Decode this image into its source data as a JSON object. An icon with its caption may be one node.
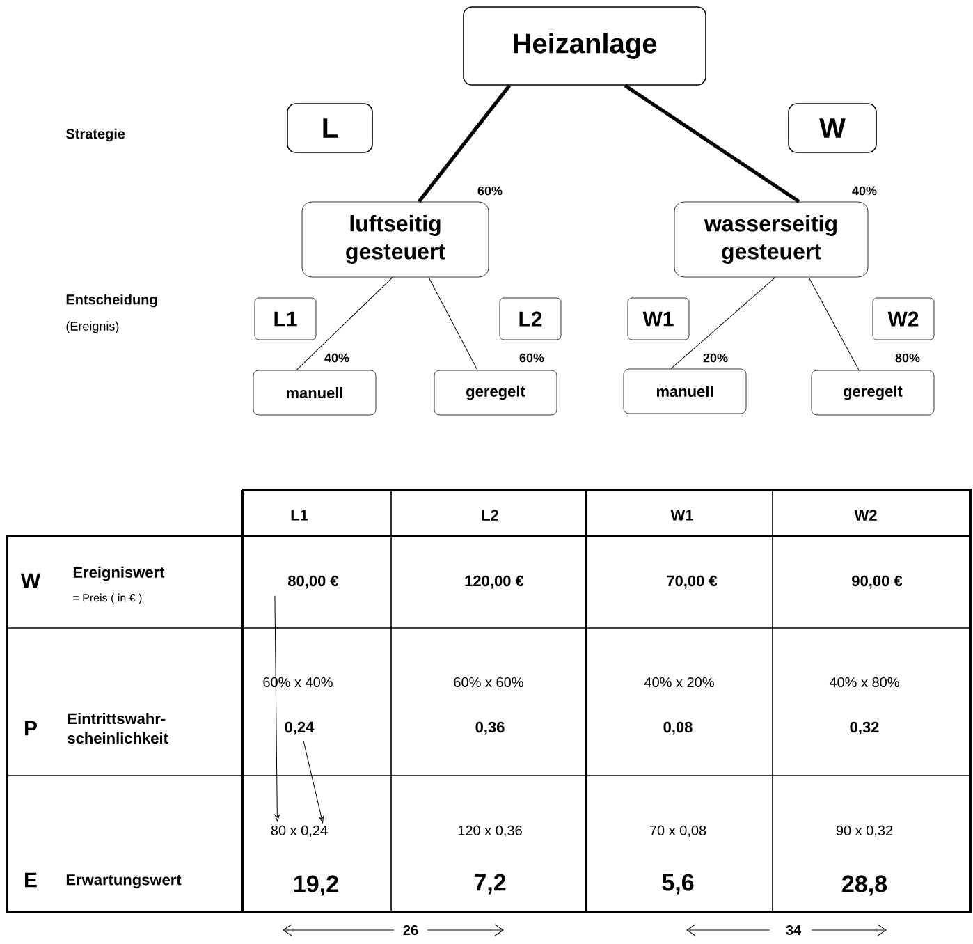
{
  "diagram": {
    "nodes": [
      {
        "text": [
          "Heizanlage"
        ]
      },
      {
        "text": [
          "L"
        ]
      },
      {
        "text": [
          "W"
        ]
      },
      {
        "text": [
          "luftseitig gesteuert"
        ]
      },
      {
        "text": [
          "wasserseitig gesteuert"
        ]
      },
      {
        "text": [
          "L1"
        ]
      },
      {
        "text": [
          "L2"
        ]
      },
      {
        "text": [
          "W1"
        ]
      },
      {
        "text": [
          "W2"
        ]
      },
      {
        "text": [
          "manuell"
        ]
      },
      {
        "text": [
          "geregelt"
        ]
      },
      {
        "text": [
          "manuell"
        ]
      },
      {
        "text": [
          "geregelt"
        ]
      },
      {
        "text": [
          "80,00 €"
        ]
      },
      {
        "text": [
          "0,24"
        ]
      },
      {
        "text": [
          "80 x 0,24"
        ]
      }
    ],
    "edges": [
      {
        "from": 0,
        "to": 3,
        "arrow": "none",
        "label": "60%",
        "style": "thick"
      },
      {
        "from": 0,
        "to": 4,
        "arrow": "none",
        "label": "40%",
        "style": "thick"
      },
      {
        "from": 3,
        "to": 9,
        "arrow": "none",
        "label": "40%"
      },
      {
        "from": 3,
        "to": 10,
        "arrow": "none",
        "label": "60%"
      },
      {
        "from": 4,
        "to": 11,
        "arrow": "none",
        "label": "20%"
      },
      {
        "from": 4,
        "to": 12,
        "arrow": "none",
        "label": "80%"
      },
      {
        "from": 13,
        "to": 15,
        "arrow": "to"
      },
      {
        "from": 14,
        "to": 15,
        "arrow": "to"
      }
    ],
    "labels": [
      "Strategie",
      "Entscheidung",
      "(Ereignis)",
      "L1",
      "L2",
      "W1",
      "W2",
      "W",
      "Ereigniswert",
      "= Preis ( in € )",
      "120,00 €",
      "70,00 €",
      "90,00 €",
      "60% x 40%",
      "60% x 60%",
      "40% x 20%",
      "40% x 80%",
      "P",
      "Eintrittswahr- scheinlichkeit",
      "0,36",
      "0,08",
      "0,32",
      "E",
      "Erwartungswert",
      "120 x 0,36",
      "70 x 0,08",
      "90 x 0,32",
      "19,2",
      "7,2",
      "5,6",
      "28,8",
      "26",
      "34"
    ]
  }
}
